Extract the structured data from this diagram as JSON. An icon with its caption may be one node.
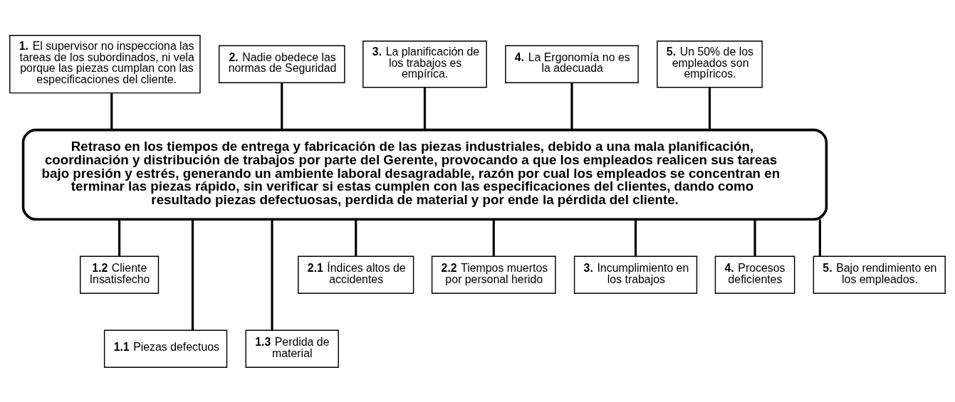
{
  "diagram": {
    "nodes": [
      {
        "text": [
          "**1.** El supervisor no inspecciona las tareas de los subordinados, ni vela porque las piezas cumplan con las especificaciones del cliente."
        ]
      },
      {
        "text": [
          "**2.** Nadie obedece las normas de Seguridad"
        ]
      },
      {
        "text": [
          "**3.** La planificación de los trabajos es empírica."
        ]
      },
      {
        "text": [
          "**4.** La Ergonomía no es la adecuada"
        ]
      },
      {
        "text": [
          "**5.** Un 50% de los empleados son empíricos."
        ]
      },
      {
        "text": [
          "Retraso en los tiempos de entrega y fabricación de las piezas industriales, debido a una mala planificación, coordinación y distribución de trabajos por parte del Gerente, provocando a que los empleados realicen sus tareas bajo presión y estrés, generando un ambiente laboral desagradable, razón por cual los empleados se concentran en terminar las piezas rápido, sin verificar si estas cumplen con las especificaciones del clientes, dando como resultado piezas defectuosas, perdida de material y por ende la pérdida del cliente."
        ]
      },
      {
        "text": [
          "**1.2** Cliente Insatisfecho"
        ]
      },
      {
        "text": [
          "**1.1** Piezas defectuos"
        ]
      },
      {
        "text": [
          "**1.3** Perdida de material"
        ]
      },
      {
        "text": [
          "**2.1** Índices altos de accidentes"
        ]
      },
      {
        "text": [
          "**2.2** Tiempos muertos por personal herido"
        ]
      },
      {
        "text": [
          "**3.** Incumplimiento en los trabajos"
        ]
      },
      {
        "text": [
          "**4.** Procesos deficientes"
        ]
      },
      {
        "text": [
          "**5.** Bajo rendimiento en los empleados."
        ]
      }
    ],
    "edges": [
      {
        "from": 0,
        "to": 5,
        "arrow": "none"
      },
      {
        "from": 1,
        "to": 5,
        "arrow": "none"
      },
      {
        "from": 2,
        "to": 5,
        "arrow": "none"
      },
      {
        "from": 3,
        "to": 5,
        "arrow": "none"
      },
      {
        "from": 4,
        "to": 5,
        "arrow": "none"
      },
      {
        "from": 5,
        "to": 6,
        "arrow": "none"
      },
      {
        "from": 5,
        "to": 7,
        "arrow": "none"
      },
      {
        "from": 5,
        "to": 8,
        "arrow": "none"
      },
      {
        "from": 5,
        "to": 9,
        "arrow": "none"
      },
      {
        "from": 5,
        "to": 10,
        "arrow": "none"
      },
      {
        "from": 5,
        "to": 11,
        "arrow": "none"
      },
      {
        "from": 5,
        "to": 12,
        "arrow": "none"
      },
      {
        "from": 5,
        "to": 13,
        "arrow": "none"
      }
    ]
  }
}
